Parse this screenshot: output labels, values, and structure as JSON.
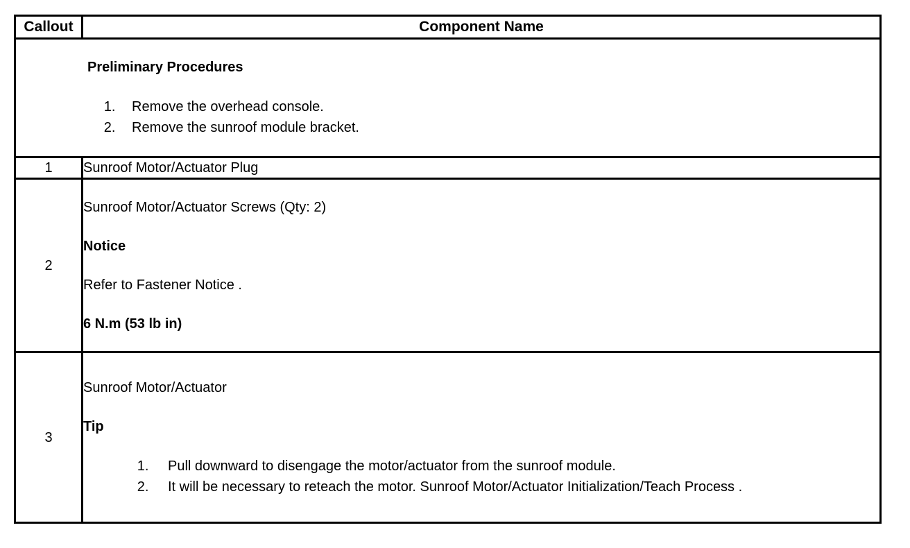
{
  "table": {
    "headers": {
      "callout": "Callout",
      "component_name": "Component Name"
    },
    "preliminary": {
      "title": "Preliminary Procedures",
      "steps": [
        "Remove the overhead console.",
        "Remove the sunroof module bracket."
      ]
    },
    "rows": [
      {
        "callout": "1",
        "name": "Sunroof Motor/Actuator Plug"
      },
      {
        "callout": "2",
        "name": "Sunroof Motor/Actuator Screws (Qty: 2)",
        "notice_heading": "Notice",
        "notice_text": "Refer to Fastener Notice .",
        "torque": "6 N.m (53 lb in)"
      },
      {
        "callout": "3",
        "name": "Sunroof Motor/Actuator",
        "tip_heading": "Tip",
        "tip_steps": [
          "Pull downward to disengage the motor/actuator from the sunroof module.",
          "It will be necessary to reteach the motor. Sunroof Motor/Actuator Initialization/Teach Process ."
        ]
      }
    ]
  }
}
